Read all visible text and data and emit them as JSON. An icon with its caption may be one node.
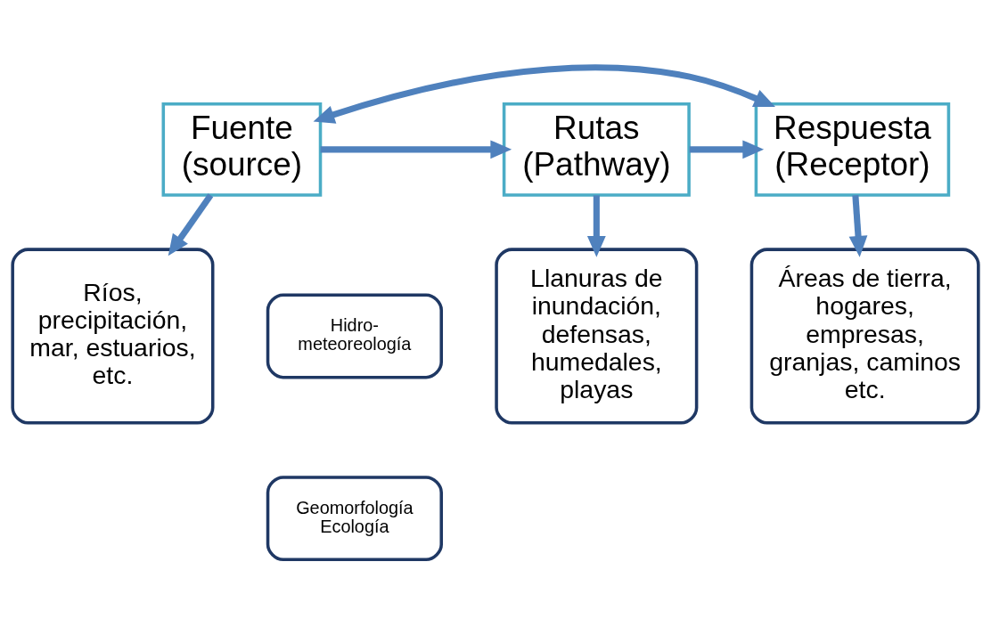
{
  "diagram": {
    "nodes": [
      {
        "text": [
          "Fuente (source)"
        ]
      },
      {
        "text": [
          "Rutas (Pathway)"
        ]
      },
      {
        "text": [
          "Respuesta (Receptor)"
        ]
      },
      {
        "text": [
          "Ríos, precipitación, mar, estuarios, etc."
        ]
      },
      {
        "text": [
          "Hidro- meteoreología"
        ]
      },
      {
        "text": [
          "Geomorfología Ecología"
        ]
      },
      {
        "text": [
          "Llanuras de inundación, defensas, humedales, playas"
        ]
      },
      {
        "text": [
          "Áreas de tierra, hogares, empresas, granjas, caminos etc."
        ]
      }
    ],
    "edges": [
      {
        "from": 0,
        "to": 2,
        "arrow": "both"
      },
      {
        "from": 0,
        "to": 1,
        "arrow": "to"
      },
      {
        "from": 1,
        "to": 2,
        "arrow": "to"
      },
      {
        "from": 0,
        "to": 3,
        "arrow": "to"
      },
      {
        "from": 1,
        "to": 6,
        "arrow": "to"
      },
      {
        "from": 2,
        "to": 7,
        "arrow": "to"
      }
    ]
  }
}
